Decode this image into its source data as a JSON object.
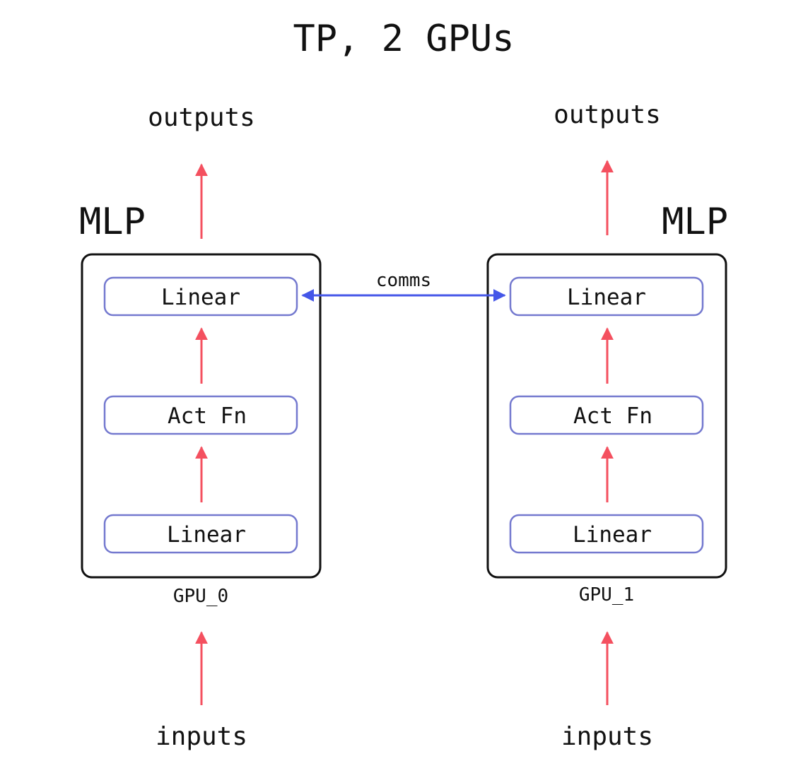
{
  "title": "TP, 2 GPUs",
  "connection": {
    "label": "comms"
  },
  "gpus": [
    {
      "block_label": "MLP",
      "device_label": "GPU_0",
      "output_label": "outputs",
      "input_label": "inputs",
      "layers": {
        "top": "Linear",
        "middle": "Act Fn",
        "bottom": "Linear"
      }
    },
    {
      "block_label": "MLP",
      "device_label": "GPU_1",
      "output_label": "outputs",
      "input_label": "inputs",
      "layers": {
        "top": "Linear",
        "middle": "Act Fn",
        "bottom": "Linear"
      }
    }
  ],
  "colors": {
    "flow_arrow": "#f4505f",
    "comms_arrow": "#4456e8",
    "layer_border": "#7479cf",
    "block_border": "#111111"
  }
}
